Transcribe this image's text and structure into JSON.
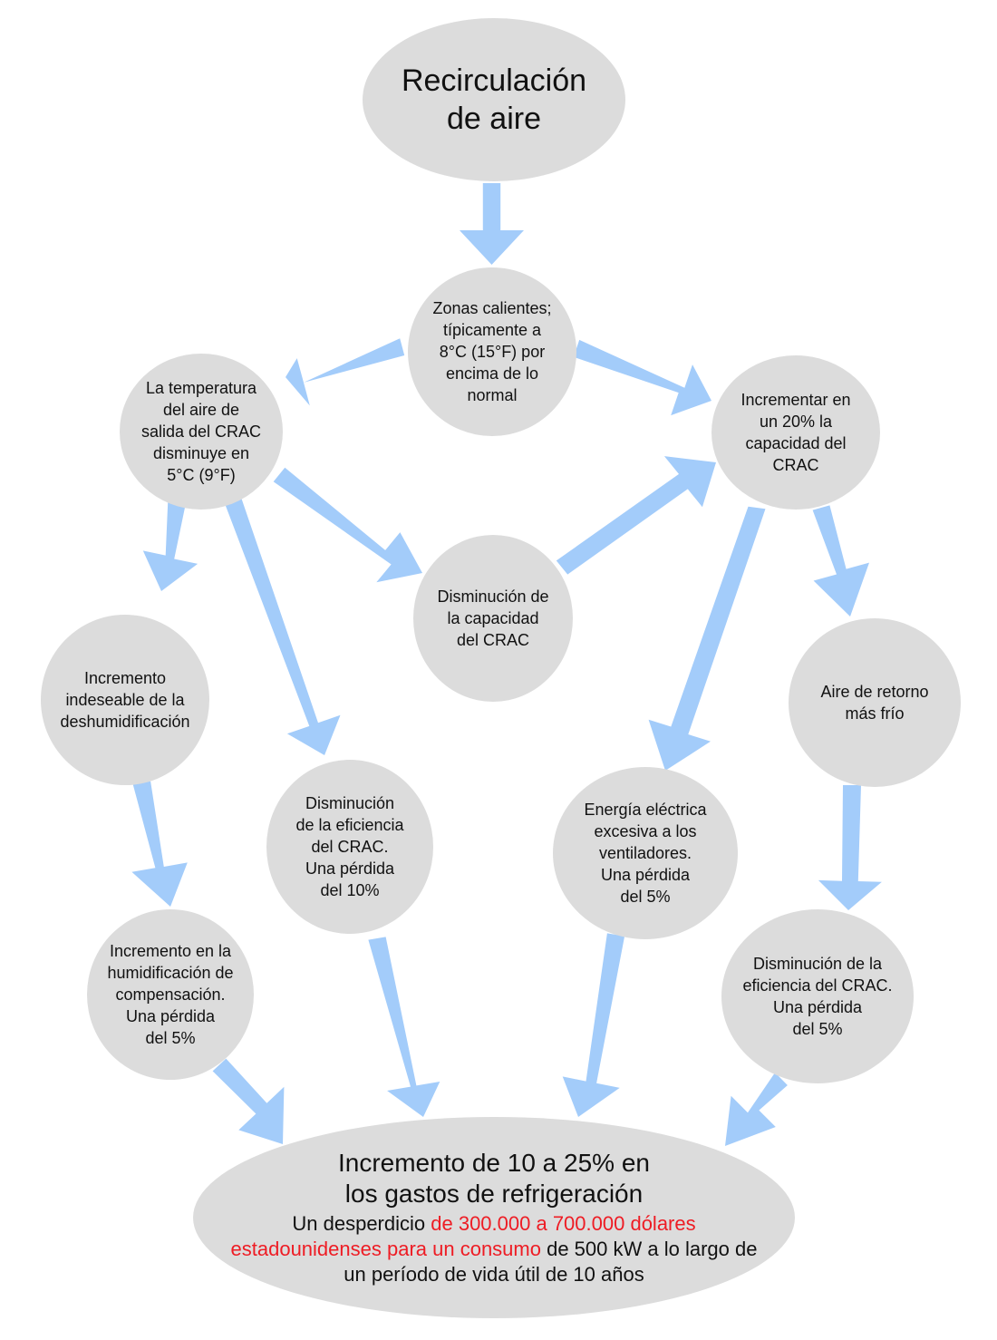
{
  "colors": {
    "node_fill": "#dcdcdc",
    "arrow": "#a3ccfa",
    "highlight": "#ee1c24"
  },
  "nodes": {
    "recirculation": "Recirculación\nde aire",
    "hot_zones": "Zonas calientes;\ntípicamente a\n8°C (15°F) por\nencima de lo\nnormal",
    "supply_temp_drop": "La temperatura\ndel aire de\nsalida del CRAC\ndisminuye en\n5°C (9°F)",
    "capacity_increase": "Incrementar en\nun 20% la\ncapacidad del\nCRAC",
    "capacity_decrease": "Disminución de\nla capacidad\ndel CRAC",
    "dehumidification": "Incremento\nindeseable de la\ndeshumidificación",
    "efficiency_loss_10": "Disminución\nde la eficiencia\ndel CRAC.\nUna pérdida\ndel 10%",
    "fan_energy": "Energía eléctrica\nexcesiva a los\nventiladores.\nUna pérdida\ndel 5%",
    "colder_return": "Aire de retorno\nmás frío",
    "humidification": "Incremento en la\nhumidificación de\ncompensación.\nUna pérdida\ndel 5%",
    "efficiency_loss_5": "Disminución de la\neficiencia del CRAC.\nUna pérdida\ndel 5%"
  },
  "result": {
    "headline": "Incremento de 10 a 25% en\nlos gastos de refrigeración",
    "detail": {
      "part1": "Un desperdicio ",
      "part2_red": "de 300.000 a 700.000 dólares estadounidenses para un consumo",
      "part3": " de 500 kW a lo largo de un período de vida útil de 10 años"
    }
  }
}
